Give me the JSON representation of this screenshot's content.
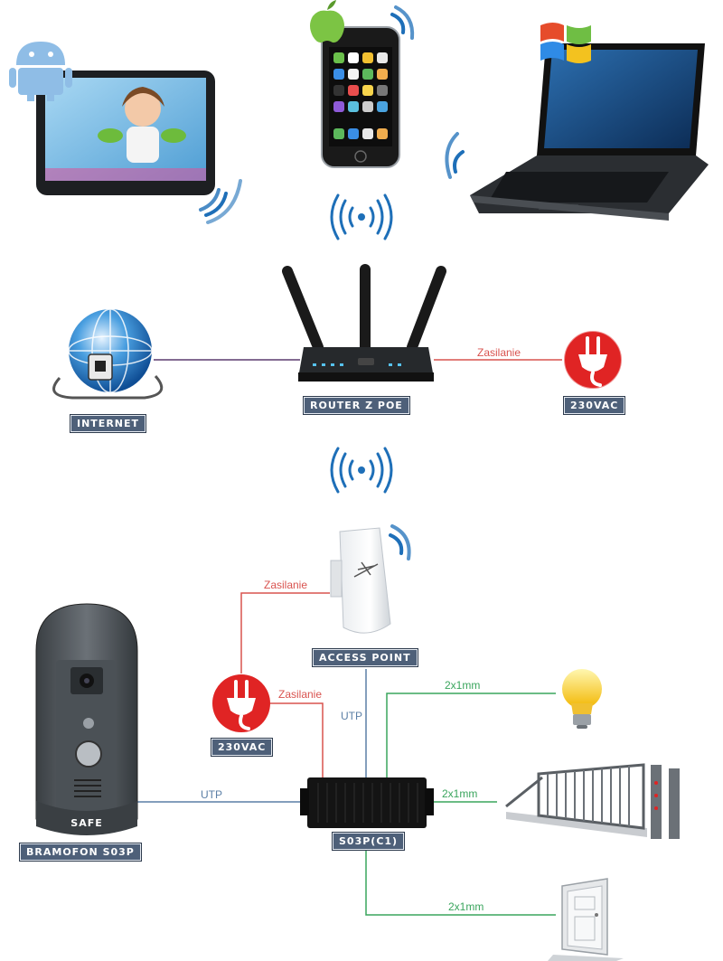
{
  "labels": {
    "internet": "INTERNET",
    "router": "ROUTER Z POE",
    "power_top": "230VAC",
    "access_point": "ACCESS POINT",
    "power_mid": "230VAC",
    "doorbell": "BRAMOFON S03P",
    "controller": "S03P(C1)"
  },
  "wires": {
    "power_router": "Zasilanie",
    "power_ap": "Zasilanie",
    "power_controller": "Zasilanie",
    "utp_ap": "UTP",
    "utp_doorbell": "UTP",
    "lamp": "2x1mm",
    "gate": "2x1mm",
    "door": "2x1mm"
  },
  "device_text": {
    "doorbell_brand": "SAFE"
  },
  "colors": {
    "label_bg": "#4e6079",
    "power_wire": "#d9534f",
    "utp_wire": "#5b7fa6",
    "control_wire": "#3aa55d",
    "internet_wire": "#5b3a6e",
    "wifi": "#1e6fb8",
    "power_icon": "#e02424"
  },
  "icons": {
    "tablet": "android-tablet-icon",
    "phone": "iphone-icon",
    "laptop": "windows-laptop-icon",
    "globe": "internet-globe-icon",
    "router": "router-icon",
    "power": "power-plug-icon",
    "access_point": "access-point-icon",
    "doorbell": "door-intercom-icon",
    "controller": "controller-box-icon",
    "lamp": "light-bulb-icon",
    "gate": "sliding-gate-icon",
    "door": "door-icon",
    "wifi": "wifi-signal-icon"
  }
}
